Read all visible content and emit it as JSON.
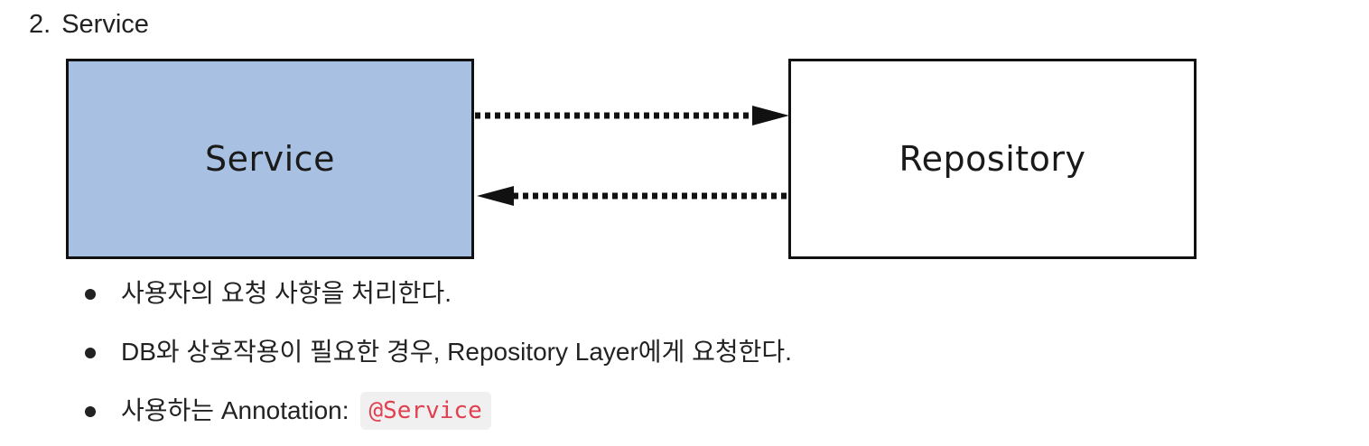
{
  "heading": {
    "number": "2.",
    "title": "Service"
  },
  "diagram": {
    "left_box_label": "Service",
    "right_box_label": "Repository",
    "left_box_color": "#a8c1e2",
    "right_box_color": "#ffffff"
  },
  "bullets": {
    "item1": "사용자의 요청 사항을 처리한다.",
    "item2": "DB와 상호작용이 필요한 경우, Repository Layer에게 요청한다.",
    "item3_text": "사용하는 Annotation:",
    "item3_code": "@Service"
  },
  "colors": {
    "code_text": "#e0404f",
    "code_background": "#f0f0f0"
  }
}
